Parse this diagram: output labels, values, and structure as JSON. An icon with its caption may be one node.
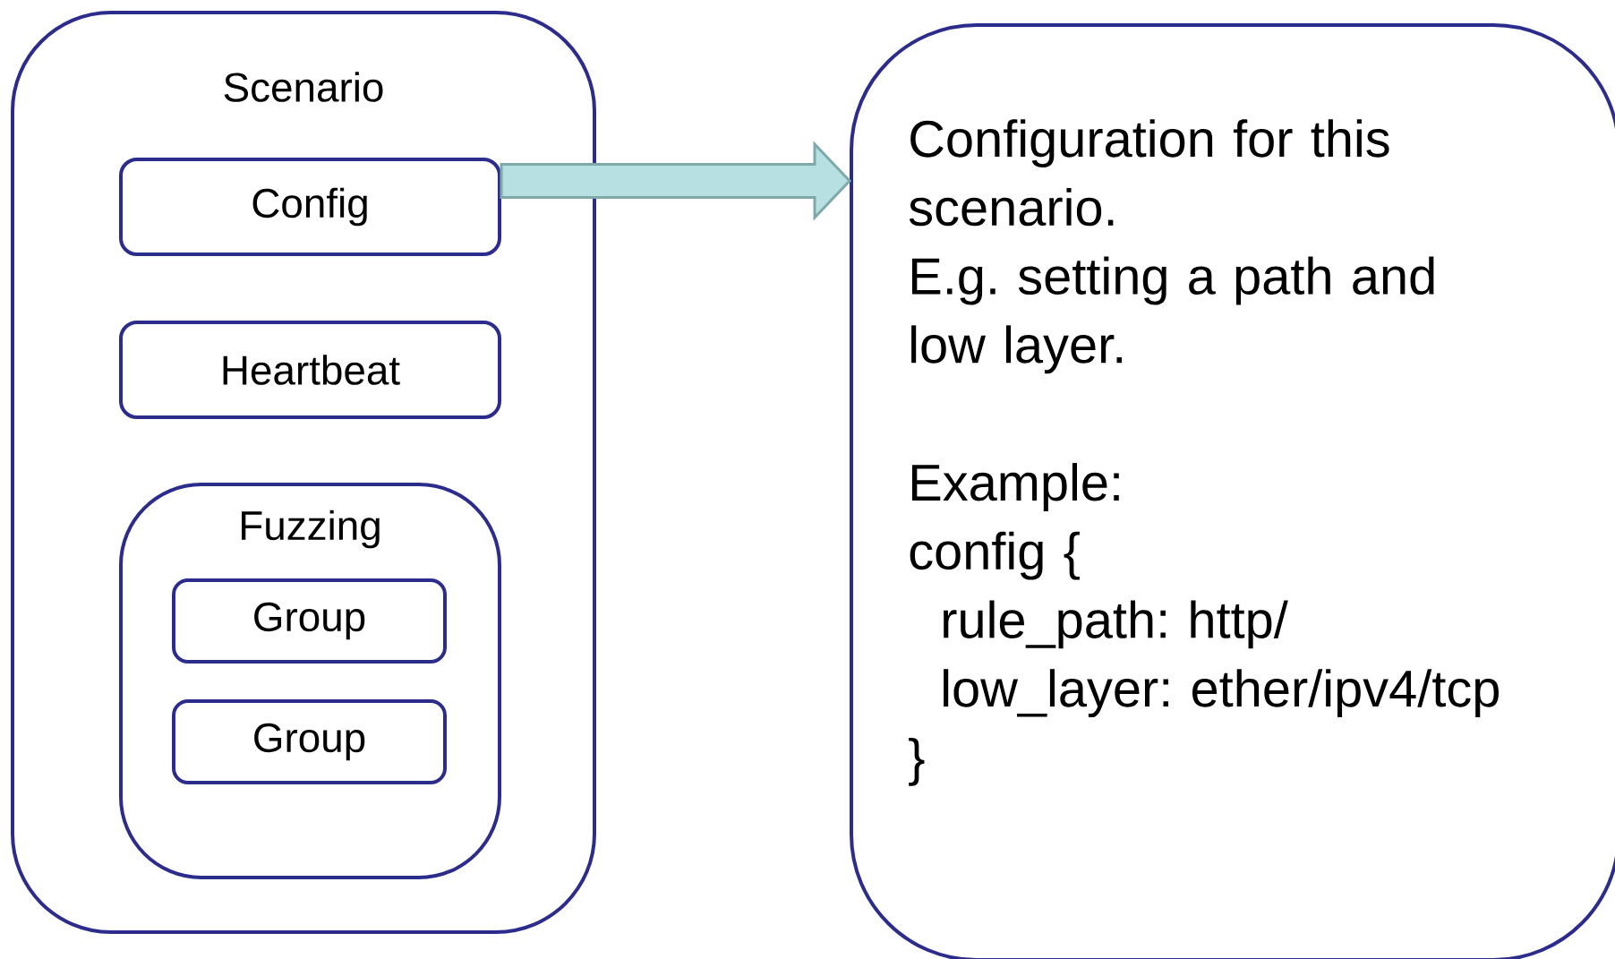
{
  "diagram": {
    "nodes": [
      {
        "text": [
          "Scenario"
        ]
      },
      {
        "text": [
          "Config"
        ],
        "in": 0
      },
      {
        "text": [
          "Heartbeat"
        ],
        "in": 0
      },
      {
        "text": [
          "Fuzzing"
        ],
        "in": 0
      },
      {
        "text": [
          "Group"
        ],
        "in": 3
      },
      {
        "text": [
          "Group"
        ],
        "in": 3
      },
      {
        "text": [
          "Configuration for this scenario.",
          "E.g. setting a path and low layer.",
          "Example:",
          "config {",
          "rule_path: http/",
          "low_layer: ether/ipv4/tcp",
          "}"
        ]
      }
    ],
    "edges": [
      {
        "from": 1,
        "to": 6,
        "arrow": "to"
      }
    ]
  }
}
